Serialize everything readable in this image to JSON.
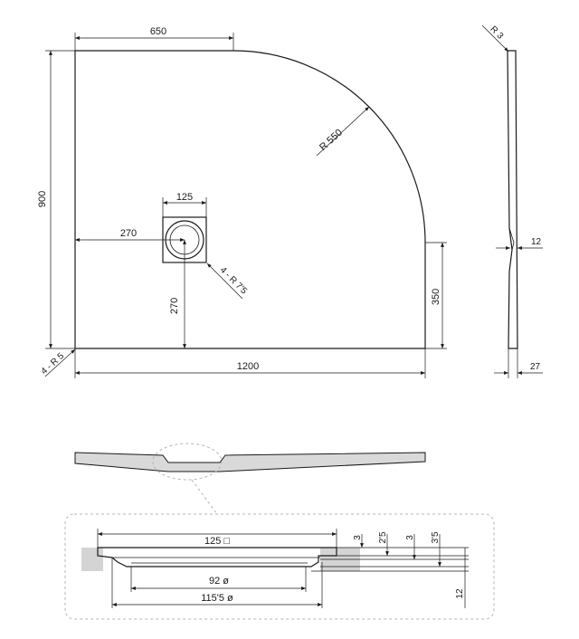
{
  "plan_view": {
    "width_label": "1200",
    "top_straight_label": "650",
    "height_label": "900",
    "side_straight_label": "350",
    "arc_radius_label": "R 550",
    "corner_radius_label": "4 - R 5",
    "drain_size_label": "125",
    "drain_radius_label": "4 - R 7'5",
    "drain_offset_x_label": "270",
    "drain_offset_y_label": "270"
  },
  "side_view": {
    "edge_radius_label": "R 3",
    "center_thickness_label": "12",
    "edge_thickness_label": "27"
  },
  "detail_view": {
    "square_label": "125 □",
    "inner_diameter_label": "92 ø",
    "outer_diameter_label": "115'5 ø",
    "step_labels": [
      "3",
      "2'5",
      "3",
      "3'5"
    ],
    "depth_label": "12"
  }
}
